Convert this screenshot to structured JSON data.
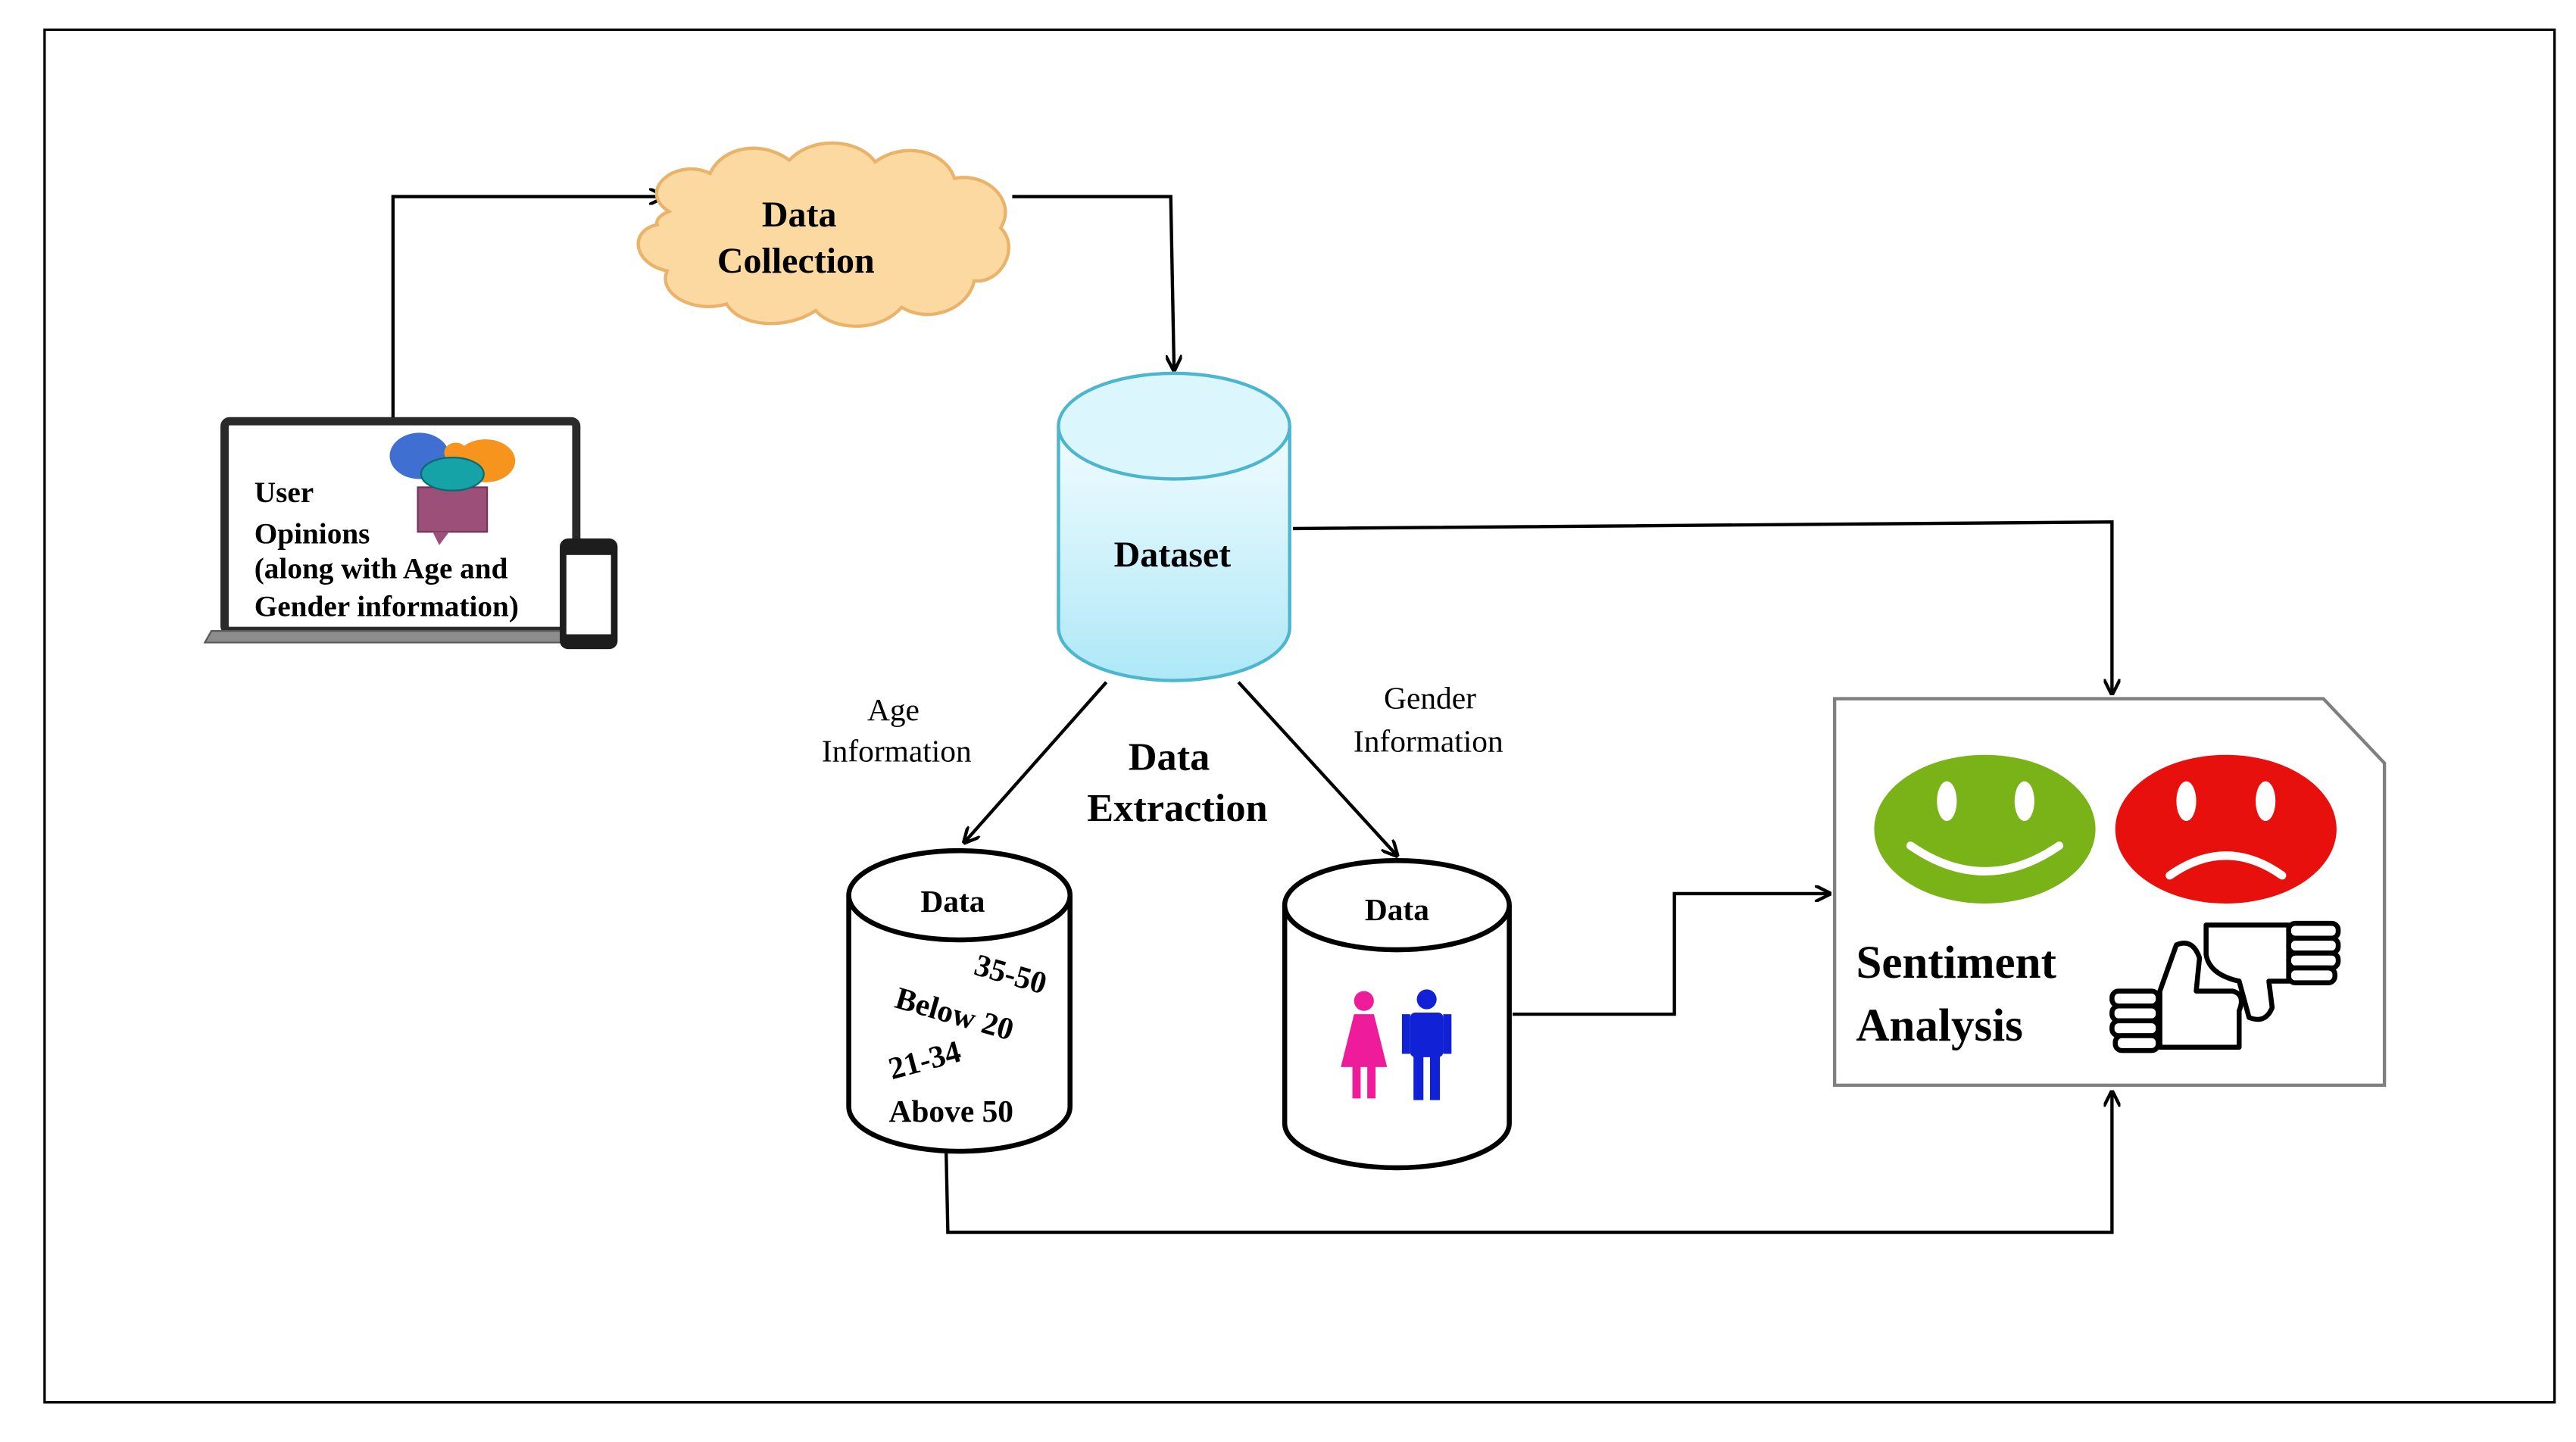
{
  "data_collection": {
    "line1": "Data",
    "line2": "Collection"
  },
  "user_opinions": {
    "line1": "User",
    "line2": "Opinions",
    "line3": "(along with Age and",
    "line4": "Gender information)"
  },
  "dataset": {
    "label": "Dataset"
  },
  "age_information": {
    "line1": "Age",
    "line2": "Information"
  },
  "gender_information": {
    "line1": "Gender",
    "line2": "Information"
  },
  "data_extraction": {
    "line1": "Data",
    "line2": "Extraction"
  },
  "age_data_store": {
    "label": "Data",
    "groups": [
      "35-50",
      "Below 20",
      "21-34",
      "Above 50"
    ]
  },
  "gender_data_store": {
    "label": "Data"
  },
  "sentiment_analysis": {
    "line1": "Sentiment",
    "line2": "Analysis"
  },
  "colors": {
    "cloud_fill": "#fcd9a0",
    "cloud_stroke": "#e9b36a",
    "cylinder_fill": "#bfeefa",
    "cylinder_stroke": "#4cb6cf",
    "positive_face": "#7ab317",
    "negative_face": "#e8100d",
    "female_icon": "#ee1b9b",
    "male_icon": "#1021d6",
    "age_35_50": "#2d55c8",
    "age_below_20": "#5fae3a",
    "age_21_34": "#f39a18",
    "age_above_50": "#000000"
  }
}
